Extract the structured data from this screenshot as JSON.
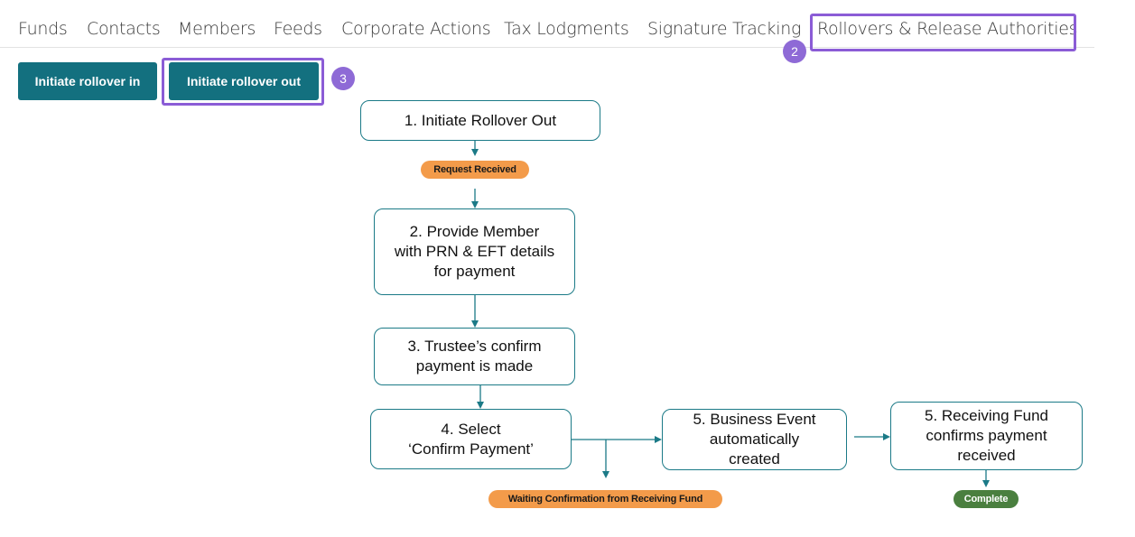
{
  "nav": {
    "tabs": [
      {
        "label": "Funds"
      },
      {
        "label": "Contacts"
      },
      {
        "label": "Members"
      },
      {
        "label": "Feeds"
      },
      {
        "label": "Corporate Actions"
      },
      {
        "label": "Tax Lodgments"
      },
      {
        "label": "Signature Tracking"
      },
      {
        "label": "Rollovers & Release Authorities"
      }
    ],
    "active_tab_badge": "2"
  },
  "actions": {
    "rollover_in_label": "Initiate rollover in",
    "rollover_out_label": "Initiate rollover out",
    "rollover_out_badge": "3"
  },
  "flow": {
    "step1": "1. Initiate Rollover Out",
    "status_received": "Request Received",
    "step2": "2. Provide Member\nwith PRN & EFT details\nfor payment",
    "step3": "3. Trustee’s confirm\npayment is made",
    "step4": "4. Select\n‘Confirm Payment’",
    "step5a": "5. Business Event\nautomatically\ncreated",
    "step5b": "5. Receiving Fund\nconfirms payment\nreceived",
    "status_waiting": "Waiting Confirmation from Receiving Fund",
    "status_complete": "Complete"
  },
  "colors": {
    "primary_button": "#13707f",
    "highlight": "#8b5cd6",
    "flow_border": "#1b7a87",
    "status_pending": "#f39b4a",
    "status_complete": "#4a7f3f"
  }
}
